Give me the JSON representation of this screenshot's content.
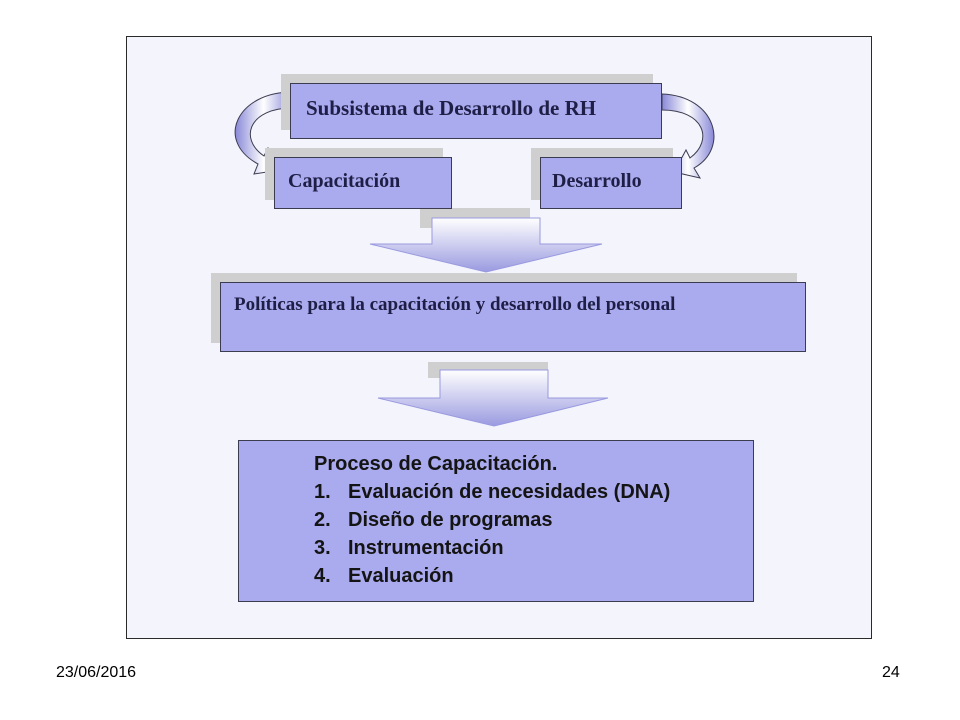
{
  "diagram": {
    "title_box": "Subsistema de Desarrollo de RH",
    "left_box": "Capacitación",
    "right_box": "Desarrollo",
    "policies_box": "Políticas para la capacitación y desarrollo del personal",
    "process": {
      "heading": "Proceso de Capacitación.",
      "steps": [
        {
          "num": "1.",
          "text": "Evaluación de necesidades (DNA)"
        },
        {
          "num": "2.",
          "text": "Diseño de programas"
        },
        {
          "num": "3.",
          "text": "Instrumentación"
        },
        {
          "num": "4.",
          "text": "Evaluación"
        }
      ]
    }
  },
  "colors": {
    "box_fill": "#aaaaee",
    "shadow": "#cfcfcf",
    "frame_bg": "#f4f4fc",
    "arrow_light": "#ffffff",
    "arrow_dark": "#9a9ae0"
  },
  "footer": {
    "date": "23/06/2016",
    "page": "24"
  }
}
